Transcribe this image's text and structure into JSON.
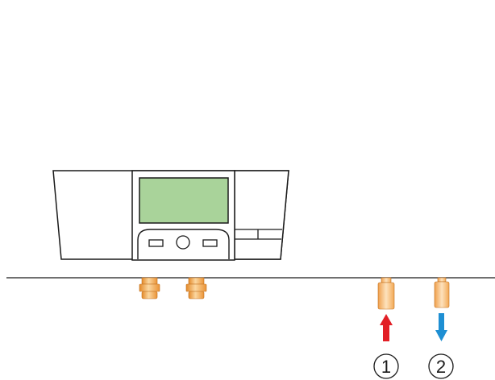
{
  "diagram": {
    "colors": {
      "outline": "#1a1a1a",
      "background": "#ffffff",
      "display": "#a9d39a",
      "fitting_orange": "#f4a343",
      "fitting_light": "#f9cc8a",
      "flow_arrow": "#e21f26",
      "return_arrow": "#1e8fd3"
    },
    "callouts": [
      {
        "id": "1",
        "label": "1",
        "arrow_color": "flow_arrow",
        "direction": "up"
      },
      {
        "id": "2",
        "label": "2",
        "arrow_color": "return_arrow",
        "direction": "down"
      }
    ],
    "icons": {
      "control_panel": "boiler-control-unit-icon",
      "knob": "rotary-knob-icon",
      "fitting": "pipe-fitting-icon",
      "pipe": "pipe-stub-icon"
    }
  }
}
